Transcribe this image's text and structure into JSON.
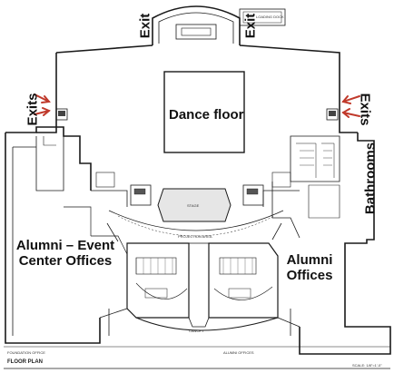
{
  "labels": {
    "dance_floor": "Dance floor",
    "exit_top_left": "Exit",
    "exit_top_right": "Exit",
    "exits_left": "Exits",
    "exits_right": "Exits",
    "bathrooms": "Bathrooms",
    "alumni_event_line1": "Alumni – Event",
    "alumni_event_line2": "Center Offices",
    "alumni_offices_line1": "Alumni",
    "alumni_offices_line2": "Offices"
  },
  "plan": {
    "title": "FLOOR PLAN",
    "scale": "SCALE: 1/8\"=1'-0\"",
    "loading_dock": "LOADING DOCK",
    "canopy": "CANOPY",
    "projection_area": "PROJECTION AREA",
    "foundation_offices": "FOUNDATION OFFICE",
    "alumni_offices_caption": "ALUMNI OFFICES",
    "stage": "STAGE"
  },
  "colors": {
    "walls": "#1a1a1a",
    "arrows": "#c0392b",
    "stage_fill": "#e6e6e6"
  }
}
